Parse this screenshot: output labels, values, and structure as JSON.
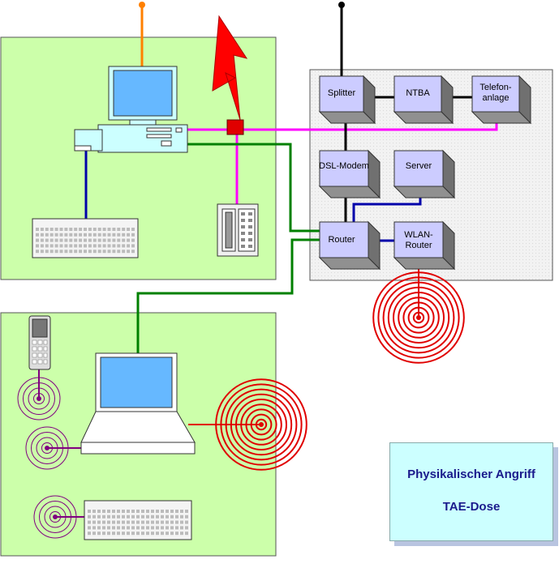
{
  "nodes": {
    "splitter": "Splitter",
    "ntba": "NTBA",
    "telefonanlage": "Telefon-\nanlage",
    "dsl_modem": "DSL-Modem",
    "server": "Server",
    "router": "Router",
    "wlan_router": "WLAN-\nRouter"
  },
  "legend": {
    "title": "Physikalischer Angriff",
    "subtitle": "TAE-Dose"
  },
  "colors": {
    "zone_green": "#ccffaa",
    "zone_gray": "#eeeeee",
    "box_fill": "#ccccff",
    "lan_green": "#008000",
    "phone_magenta": "#ff00ff",
    "usb_blue": "#0000aa",
    "power_orange": "#ff8000",
    "wireless_red": "#e00000",
    "bluetooth_purple": "#800080",
    "legend_bg": "#ccffff",
    "legend_text": "#1a1a8c"
  }
}
